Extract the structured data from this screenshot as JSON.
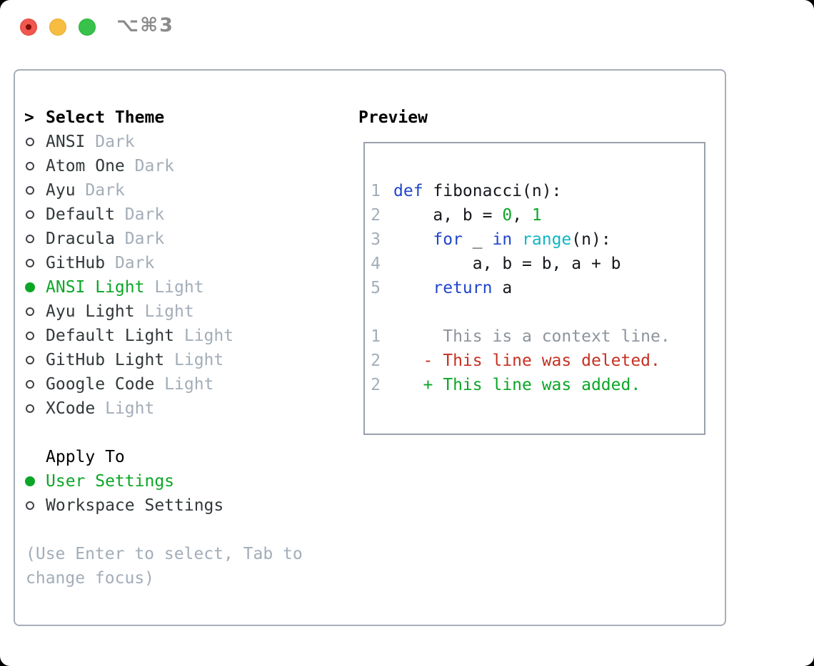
{
  "window": {
    "title": "⌥⌘3",
    "traffic_lights": [
      "close",
      "minimize",
      "zoom"
    ]
  },
  "theme_selector": {
    "heading_marker": ">",
    "heading": "Select Theme",
    "items": [
      {
        "label": "ANSI",
        "tag": "Dark",
        "selected": false
      },
      {
        "label": "Atom One",
        "tag": "Dark",
        "selected": false
      },
      {
        "label": "Ayu",
        "tag": "Dark",
        "selected": false
      },
      {
        "label": "Default",
        "tag": "Dark",
        "selected": false
      },
      {
        "label": "Dracula",
        "tag": "Dark",
        "selected": false
      },
      {
        "label": "GitHub",
        "tag": "Dark",
        "selected": false
      },
      {
        "label": "ANSI Light",
        "tag": "Light",
        "selected": true
      },
      {
        "label": "Ayu Light",
        "tag": "Light",
        "selected": false
      },
      {
        "label": "Default Light",
        "tag": "Light",
        "selected": false
      },
      {
        "label": "GitHub Light",
        "tag": "Light",
        "selected": false
      },
      {
        "label": "Google Code",
        "tag": "Light",
        "selected": false
      },
      {
        "label": "XCode",
        "tag": "Light",
        "selected": false
      }
    ]
  },
  "apply_to": {
    "heading": "Apply To",
    "options": [
      {
        "label": "User Settings",
        "selected": true
      },
      {
        "label": "Workspace Settings",
        "selected": false
      }
    ]
  },
  "help_text": "(Use Enter to select, Tab to change focus)",
  "preview": {
    "heading": "Preview",
    "code_lines": [
      {
        "number": "1",
        "tokens": [
          [
            "kw",
            "def"
          ],
          [
            "pl",
            " fibonacci(n):"
          ]
        ]
      },
      {
        "number": "2",
        "tokens": [
          [
            "pl",
            "    a, b = "
          ],
          [
            "num",
            "0"
          ],
          [
            "pl",
            ", "
          ],
          [
            "num",
            "1"
          ]
        ]
      },
      {
        "number": "3",
        "tokens": [
          [
            "pl",
            "    "
          ],
          [
            "kw",
            "for"
          ],
          [
            "pl",
            " _ "
          ],
          [
            "kw",
            "in"
          ],
          [
            "pl",
            " "
          ],
          [
            "fn",
            "range"
          ],
          [
            "pl",
            "(n):"
          ]
        ]
      },
      {
        "number": "4",
        "tokens": [
          [
            "pl",
            "        a, b = b, a + b"
          ]
        ]
      },
      {
        "number": "5",
        "tokens": [
          [
            "pl",
            "    "
          ],
          [
            "kw",
            "return"
          ],
          [
            "pl",
            " a"
          ]
        ]
      }
    ],
    "diff_lines": [
      {
        "number": "1",
        "tokens": [
          [
            "ctx",
            "     This is a context line."
          ]
        ]
      },
      {
        "number": "2",
        "tokens": [
          [
            "del",
            "   - This line was deleted."
          ]
        ]
      },
      {
        "number": "2",
        "tokens": [
          [
            "add",
            "   + This line was added."
          ]
        ]
      }
    ]
  },
  "colors": {
    "accent_green": "#0ca627",
    "keyword_blue": "#2045cc",
    "function_cyan": "#0fb5c5",
    "deleted_red": "#c53122",
    "muted_gray": "#a3adb8",
    "context_gray": "#8d949d",
    "panel_border": "#a7aeb8",
    "traffic_red": "#f0574f",
    "traffic_yellow": "#f6bd40",
    "traffic_green": "#38c24b"
  }
}
